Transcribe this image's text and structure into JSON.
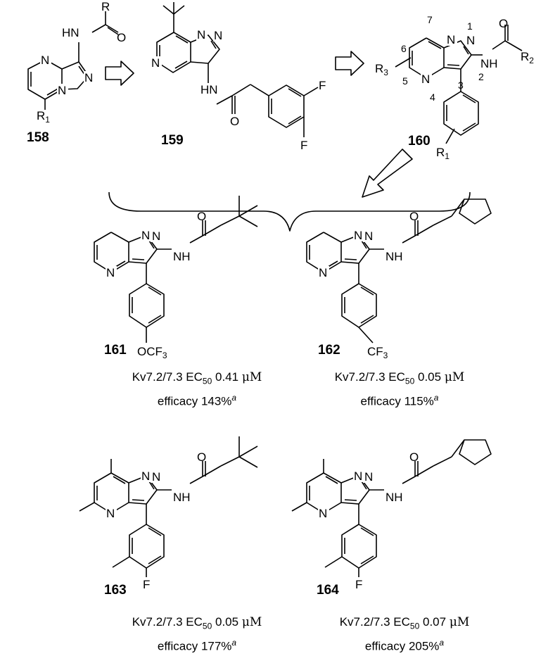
{
  "compounds": [
    {
      "id": "158",
      "atoms": {
        "n_a": "N",
        "n_b": "N",
        "n_c": "N",
        "nh": "HN",
        "o": "O",
        "r": "R",
        "r1": "R",
        "r1_sub": "1"
      }
    },
    {
      "id": "159",
      "atoms": {
        "n_a": "N",
        "n_b": "N",
        "n_c": "N",
        "nh": "HN",
        "o": "O",
        "f1": "F",
        "f2": "F"
      }
    },
    {
      "id": "160",
      "atoms": {
        "n_a": "N",
        "n_b": "N",
        "n_c": "N",
        "nh": "NH",
        "o": "O",
        "r2": "R",
        "r2_sub": "2",
        "r3": "R",
        "r3_sub": "3",
        "r1": "R",
        "r1_sub": "1"
      },
      "positions": [
        "1",
        "2",
        "3",
        "4",
        "5",
        "6",
        "7"
      ]
    },
    {
      "id": "161",
      "atoms": {
        "n_a": "N",
        "n_b": "N",
        "n_c": "N",
        "nh": "NH",
        "o": "O",
        "sub": "OCF",
        "sub_sub": "3"
      },
      "caption": {
        "target": "Kv7.2/7.3 EC",
        "ec_sub": "50",
        "value": "0.41",
        "unit": "μM",
        "efficacy": "efficacy 143%",
        "note": "a"
      }
    },
    {
      "id": "162",
      "atoms": {
        "n_a": "N",
        "n_b": "N",
        "n_c": "N",
        "nh": "NH",
        "o": "O",
        "sub": "CF",
        "sub_sub": "3"
      },
      "caption": {
        "target": "Kv7.2/7.3 EC",
        "ec_sub": "50",
        "value": "0.05",
        "unit": "μM",
        "efficacy": "efficacy 115%",
        "note": "a"
      }
    },
    {
      "id": "163",
      "atoms": {
        "n_a": "N",
        "n_b": "N",
        "n_c": "N",
        "nh": "NH",
        "o": "O",
        "f": "F"
      },
      "caption": {
        "target": "Kv7.2/7.3 EC",
        "ec_sub": "50",
        "value": "0.05",
        "unit": "μM",
        "efficacy": "efficacy 177%",
        "note": "a"
      }
    },
    {
      "id": "164",
      "atoms": {
        "n_a": "N",
        "n_b": "N",
        "n_c": "N",
        "nh": "NH",
        "o": "O",
        "f": "F"
      },
      "caption": {
        "target": "Kv7.2/7.3 EC",
        "ec_sub": "50",
        "value": "0.07",
        "unit": "μM",
        "efficacy": "efficacy 205%",
        "note": "a"
      }
    }
  ]
}
